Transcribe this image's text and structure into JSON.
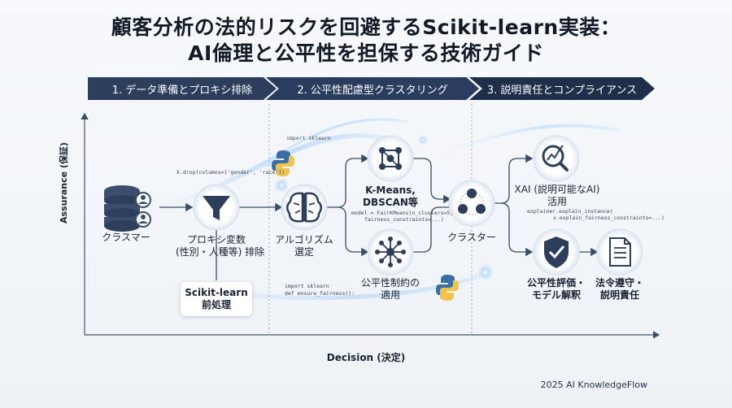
{
  "title": {
    "line1": "顧客分析の法的リスクを回避するScikit-learn実装：",
    "line2": "AI倫理と公平性を担保する技術ガイド"
  },
  "phases": [
    "1. データ準備とプロキシ排除",
    "2. 公平性配慮型クラスタリング",
    "3. 説明責任とコンプライアンス"
  ],
  "nodes": {
    "customer": "クラスマー",
    "proxy_line1": "プロキシ変数",
    "proxy_line2": "(性別・人種等) 排除",
    "preprocess_line1": "Scikit-learn",
    "preprocess_line2": "前処理",
    "algo_line1": "アルゴリズム",
    "algo_line2": "選定",
    "kmeans_line1": "K-Means,",
    "kmeans_line2": "DBSCAN等",
    "fairness_line1": "公平性制約の",
    "fairness_line2": "適用",
    "cluster": "クラスター",
    "xai_line1": "XAI (説明可能なAI)",
    "xai_line2": "活用",
    "eval_line1": "公平性評価・",
    "eval_line2": "モデル解釈",
    "legal_line1": "法令遵守・",
    "legal_line2": "説明責任"
  },
  "code": {
    "import1": "import sklearn",
    "drop": "X.drop(columns=['gender', 'race'])",
    "model1": "model = FairKMeans(n_clusters=5,",
    "model2": "fairness_constraints=...)",
    "import2": "import sklearn",
    "ensure": "def ensure_fairness():",
    "explain1": "explainer.explain_instance(",
    "explain2": "x.explain_fairness_constraints=...)"
  },
  "axes": {
    "y": "Assurance (保証)",
    "x": "Decision (決定)"
  },
  "footer": "2025 AI KnowledgeFlow",
  "colors": {
    "navy": "#2c3e5c",
    "accent": "#3d7fd6",
    "icon": "#2a3d5e"
  }
}
